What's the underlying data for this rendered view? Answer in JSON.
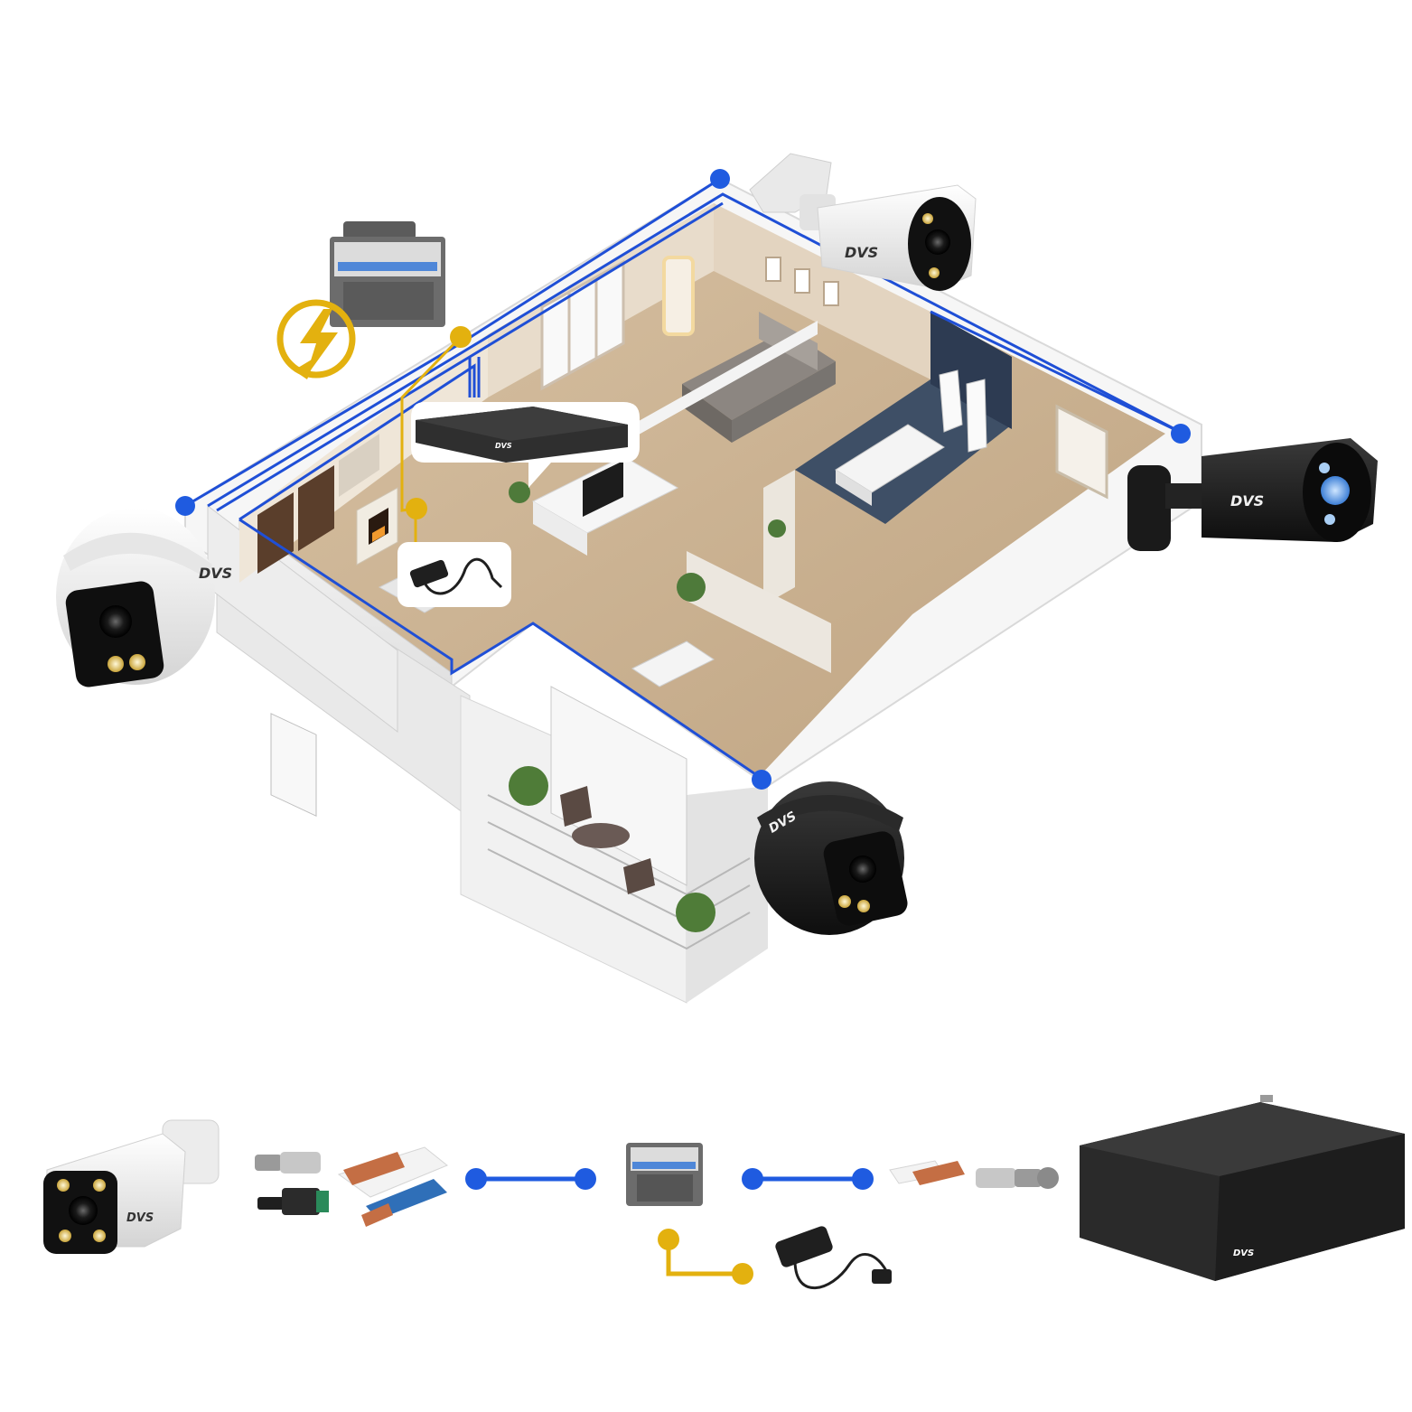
{
  "brand": {
    "logo": "DVS"
  },
  "colors": {
    "wire_blue": "#1f4fd6",
    "node_blue": "#1f5be0",
    "power_yellow": "#e3b10f",
    "floor_wood": "#cdb393",
    "wall_white": "#eeeeee",
    "bathroom_tile": "#3e4f66",
    "camera_white": "#f1f1f1",
    "camera_black": "#1c1c1c",
    "dvr_black": "#2a2a2a"
  },
  "scene": {
    "rooms": [
      "bedroom",
      "living-room",
      "bathroom",
      "hallway",
      "balcony"
    ],
    "cameras": [
      {
        "id": "cam-dome-white",
        "type": "dome",
        "color": "white"
      },
      {
        "id": "cam-bullet-white",
        "type": "bullet",
        "color": "white"
      },
      {
        "id": "cam-bullet-black",
        "type": "bullet",
        "color": "black"
      },
      {
        "id": "cam-dome-black",
        "type": "dome",
        "color": "black"
      }
    ],
    "devices": [
      "power-distribution-box",
      "dvr-recorder",
      "power-adapter"
    ],
    "icons": [
      "lightning-icon"
    ]
  },
  "chain": {
    "items": [
      "bullet-camera-white",
      "bnc-connector",
      "dc-plug-connector",
      "coaxial-power-cable",
      "power-distribution-box",
      "coaxial-cable-end",
      "bnc-connector",
      "dvr-recorder",
      "power-adapter"
    ],
    "links": [
      "blue-signal-link",
      "blue-signal-link",
      "yellow-power-link"
    ]
  }
}
